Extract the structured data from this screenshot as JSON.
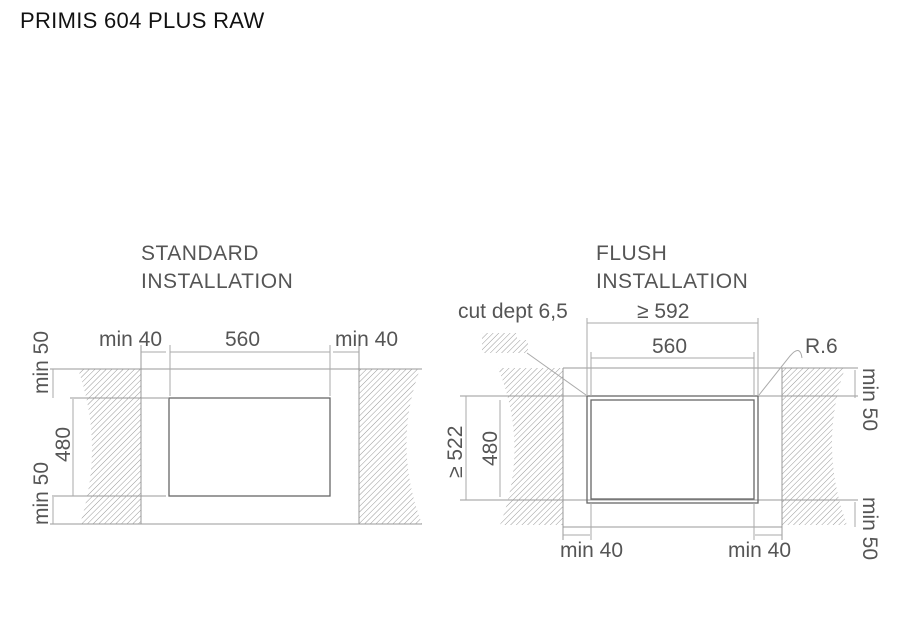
{
  "title": "PRIMIS 604 PLUS RAW",
  "standard": {
    "heading_line1": "STANDARD",
    "heading_line2": "INSTALLATION",
    "left_gap": "min 40",
    "width": "560",
    "right_gap": "min 40",
    "top_gap": "min 50",
    "depth": "480",
    "bottom_gap": "min 50"
  },
  "flush": {
    "heading_line1": "FLUSH",
    "heading_line2": "INSTALLATION",
    "cut_depth": "cut dept 6,5",
    "outer_width": "≥ 592",
    "width": "560",
    "radius": "R.6",
    "outer_depth": "≥ 522",
    "depth": "480",
    "top_gap": "min 50",
    "bottom_gap": "min 50",
    "left_gap": "min 40",
    "right_gap": "min 40"
  }
}
